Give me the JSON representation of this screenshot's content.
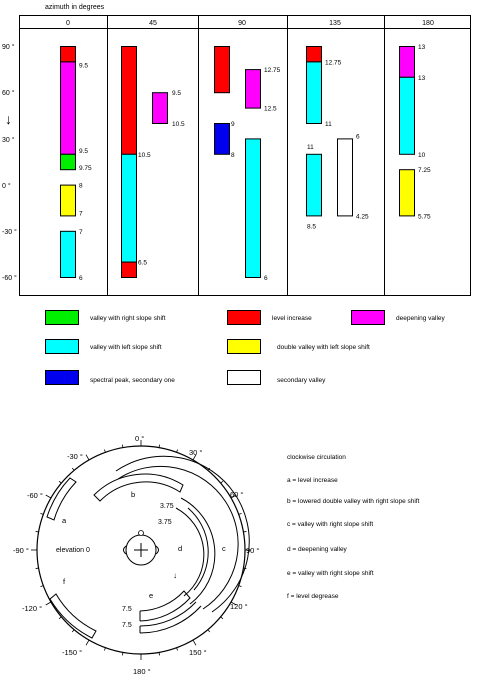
{
  "chart": {
    "azimuth_label": "azimuth in degrees",
    "columns": [
      "0",
      "45",
      "90",
      "135",
      "180"
    ],
    "y_ticks": [
      "90 °",
      "60 °",
      "30 °",
      "0 °",
      "-30 °",
      "-60 °"
    ],
    "y_tick_values": [
      90,
      60,
      30,
      0,
      -30,
      -60
    ],
    "arrow_glyph": "↓"
  },
  "chart_data": {
    "type": "range-bar",
    "xlabel": "azimuth in degrees",
    "categories": [
      "0",
      "45",
      "90",
      "135",
      "180"
    ],
    "ylim": [
      -65,
      95
    ],
    "bars": [
      {
        "column": "0",
        "kind": "level_increase",
        "from": 80,
        "to": 90
      },
      {
        "column": "0",
        "kind": "deepening_valley",
        "from": 20,
        "to": 80
      },
      {
        "column": "0",
        "kind": "right_slope",
        "from": 10,
        "to": 20
      },
      {
        "column": "0",
        "kind": "double_valley",
        "from": -20,
        "to": 0
      },
      {
        "column": "0",
        "kind": "left_slope",
        "from": -60,
        "to": -30
      },
      {
        "column": "45",
        "kind": "level_increase",
        "from": 20,
        "to": 90
      },
      {
        "column": "45",
        "kind": "left_slope",
        "from": -50,
        "to": 20
      },
      {
        "column": "45",
        "kind": "level_increase",
        "from": -60,
        "to": -50
      },
      {
        "column": "45",
        "kind": "deepening_valley",
        "from": 40,
        "to": 60
      },
      {
        "column": "90",
        "kind": "level_increase",
        "from": 60,
        "to": 90
      },
      {
        "column": "90",
        "kind": "spectral_peak",
        "from": 20,
        "to": 40
      },
      {
        "column": "90",
        "kind": "deepening_valley",
        "from": 50,
        "to": 75
      },
      {
        "column": "90",
        "kind": "left_slope",
        "from": -60,
        "to": 30
      },
      {
        "column": "135",
        "kind": "level_increase",
        "from": 80,
        "to": 90
      },
      {
        "column": "135",
        "kind": "left_slope",
        "from": 40,
        "to": 80
      },
      {
        "column": "135",
        "kind": "left_slope",
        "from": -20,
        "to": 20
      },
      {
        "column": "135",
        "kind": "secondary_valley",
        "from": -20,
        "to": 30
      },
      {
        "column": "180",
        "kind": "deepening_valley",
        "from": 70,
        "to": 90
      },
      {
        "column": "180",
        "kind": "left_slope",
        "from": 20,
        "to": 70
      },
      {
        "column": "180",
        "kind": "double_valley",
        "from": -20,
        "to": 10
      }
    ],
    "value_labels": [
      {
        "column": "0",
        "text": "9.5",
        "y": 80
      },
      {
        "column": "0",
        "text": "9.5",
        "y": 20
      },
      {
        "column": "0",
        "text": "9.75",
        "y": 10
      },
      {
        "column": "0",
        "text": "8",
        "y": 0
      },
      {
        "column": "0",
        "text": "7",
        "y": -18
      },
      {
        "column": "0",
        "text": "7",
        "y": -30
      },
      {
        "column": "0",
        "text": "6",
        "y": -60
      },
      {
        "column": "45",
        "text": "9.5",
        "y": 60
      },
      {
        "column": "45",
        "text": "10.5",
        "y": 40
      },
      {
        "column": "45",
        "text": "10.5",
        "y": 20
      },
      {
        "column": "45",
        "text": "6.5",
        "y": -50
      },
      {
        "column": "90",
        "text": "12.75",
        "y": 75
      },
      {
        "column": "90",
        "text": "12.5",
        "y": 50
      },
      {
        "column": "90",
        "text": "9",
        "y": 40
      },
      {
        "column": "90",
        "text": "8",
        "y": 20
      },
      {
        "column": "90",
        "text": "6",
        "y": -60
      },
      {
        "column": "135",
        "text": "12.75",
        "y": 80
      },
      {
        "column": "135",
        "text": "11",
        "y": 40
      },
      {
        "column": "135",
        "text": "11",
        "y": 20
      },
      {
        "column": "135",
        "text": "8.5",
        "y": -25
      },
      {
        "column": "135",
        "text": "6",
        "y": 30
      },
      {
        "column": "135",
        "text": "4.25",
        "y": -20
      },
      {
        "column": "180",
        "text": "13",
        "y": 90
      },
      {
        "column": "180",
        "text": "13",
        "y": 70
      },
      {
        "column": "180",
        "text": "10",
        "y": 20
      },
      {
        "column": "180",
        "text": "7.25",
        "y": 10
      },
      {
        "column": "180",
        "text": "5.75",
        "y": -20
      }
    ]
  },
  "legend": [
    {
      "key": "right_slope",
      "label": "valley with right slope shift",
      "color": "#00ee00"
    },
    {
      "key": "level_increase",
      "label": "level increase",
      "color": "#ff0000"
    },
    {
      "key": "deepening_valley",
      "label": "deepening valley",
      "color": "#ff00ff"
    },
    {
      "key": "left_slope",
      "label": "valley with left slope shift",
      "color": "#00ffff"
    },
    {
      "key": "double_valley",
      "label": "double valley with left slope shift",
      "color": "#ffff00"
    },
    {
      "key": "spectral_peak",
      "label": "spectral peak, secondary one",
      "color": "#0000ee"
    },
    {
      "key": "secondary_valley",
      "label": "secondary valley",
      "color": "#ffffff"
    }
  ],
  "circle": {
    "angle_labels": [
      "0 °",
      "30 °",
      "60 °",
      "90 °",
      "120 °",
      "150 °",
      "180 °",
      "-150 °",
      "-120 °",
      "-90 °",
      "-60 °",
      "-30 °"
    ],
    "elevation_label": "elevation 0",
    "letters": [
      "a",
      "b",
      "c",
      "d",
      "e",
      "f"
    ],
    "inner_values": [
      "3.75",
      "3.75",
      "7.5",
      "7.5"
    ],
    "arrow_mark": "↓",
    "circulation_title": "clockwise circulation",
    "key": [
      "a = level increase",
      "b = lowered double valley with right slope shift",
      "c = valley with right slope shift",
      "d = deepening valley",
      "e = valley with right slope shift",
      "f = level degrease"
    ]
  }
}
